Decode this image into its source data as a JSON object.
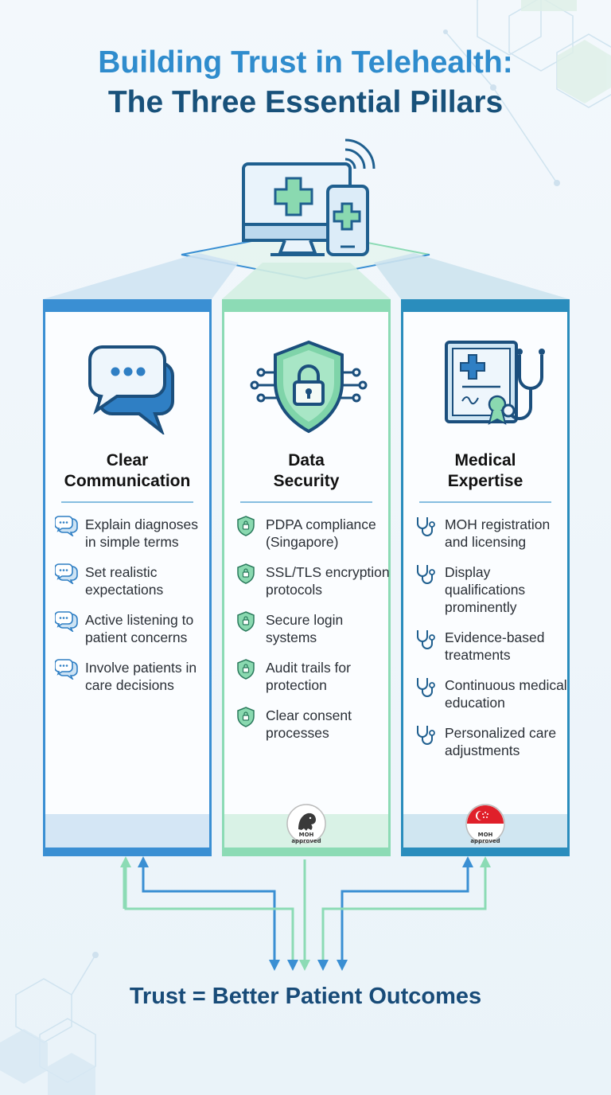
{
  "title_line1": "Building Trust in Telehealth:",
  "title_line2": "The Three Essential Pillars",
  "pillars": [
    {
      "title_line1": "Clear",
      "title_line2": "Communication",
      "color": "#3a8fd3",
      "icon": "chat-bubbles-icon",
      "bullet_icon": "speech-bubble-icon",
      "items": [
        "Explain diagnoses in simple terms",
        "Set realistic expectations",
        "Active listening to patient concerns",
        "Involve patients in care decisions"
      ]
    },
    {
      "title_line1": "Data",
      "title_line2": "Security",
      "color": "#8cdbb5",
      "icon": "shield-lock-icon",
      "bullet_icon": "shield-icon",
      "items": [
        "PDPA compliance (Singapore)",
        "SSL/TLS encryption protocols",
        "Secure login systems",
        "Audit trails for protection",
        "Clear consent processes"
      ],
      "badge_icon": "merlion-seal-icon",
      "badge_text": "MOH approved"
    },
    {
      "title_line1": "Medical",
      "title_line2": "Expertise",
      "color": "#2a8dbd",
      "icon": "certificate-stethoscope-icon",
      "bullet_icon": "stethoscope-icon",
      "items": [
        "MOH registration and licensing",
        "Display qualifications prominently",
        "Evidence-based treatments",
        "Continuous medical education",
        "Personalized care adjustments"
      ],
      "badge_icon": "singapore-flag-seal-icon",
      "badge_text": "MOH approved"
    }
  ],
  "footer": "Trust = Better Patient Outcomes"
}
